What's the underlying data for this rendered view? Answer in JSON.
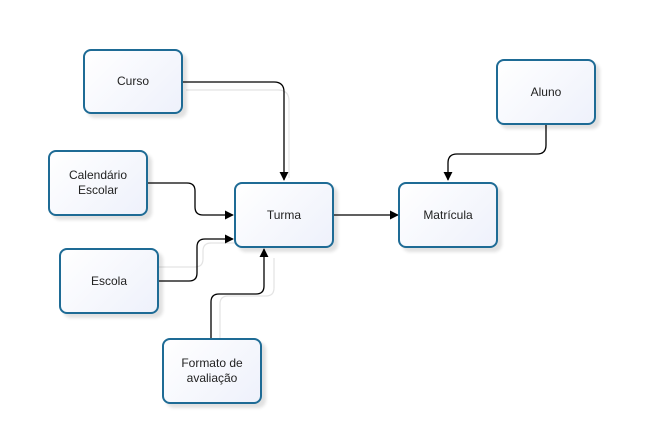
{
  "diagram": {
    "colors": {
      "node_border": "#1e6b95",
      "node_fill": "#eef1fb",
      "edge": "#000000",
      "edge_shadow": "#e3e3e3"
    },
    "nodes": {
      "curso": {
        "label": "Curso"
      },
      "calendario": {
        "label": "Calendário\nEscolar"
      },
      "escola": {
        "label": "Escola"
      },
      "formato": {
        "label": "Formato de\navaliação"
      },
      "turma": {
        "label": "Turma"
      },
      "matricula": {
        "label": "Matrícula"
      },
      "aluno": {
        "label": "Aluno"
      }
    },
    "edges": [
      {
        "from": "Curso",
        "to": "Turma"
      },
      {
        "from": "Calendário Escolar",
        "to": "Turma"
      },
      {
        "from": "Escola",
        "to": "Turma"
      },
      {
        "from": "Formato de avaliação",
        "to": "Turma"
      },
      {
        "from": "Turma",
        "to": "Matrícula"
      },
      {
        "from": "Aluno",
        "to": "Matrícula"
      }
    ]
  }
}
